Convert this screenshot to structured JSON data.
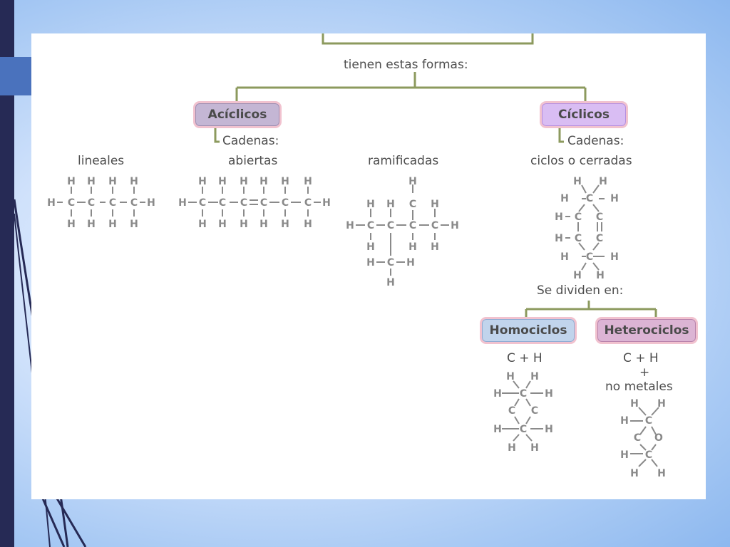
{
  "diagram": {
    "connector_label": "tienen estas formas:",
    "acyclic": {
      "label": "Acíclicos",
      "sublabel": "Cadenas:",
      "types": [
        "lineales",
        "abiertas",
        "ramificadas"
      ]
    },
    "cyclic": {
      "label": "Cíclicos",
      "sublabel": "Cadenas:",
      "type": "ciclos o cerradas",
      "divide_label": "Se dividen en:",
      "homo": {
        "label": "Homociclos",
        "formula": "C + H"
      },
      "hetero": {
        "label": "Heterociclos",
        "formula_line1": "C + H",
        "formula_line2": "+",
        "formula_line3": "no metales"
      }
    }
  },
  "colors": {
    "connector": "#8c9a5e",
    "acyclic_box": "#c4b6d4",
    "cyclic_box": "#d9bdf3",
    "homo_box": "#c1d4ec",
    "hetero_box": "#dcb4d4",
    "atom_text": "#8a8a8a"
  }
}
